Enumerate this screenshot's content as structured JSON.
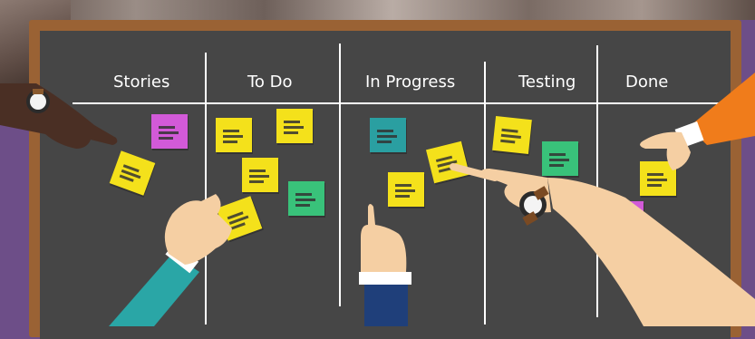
{
  "board": {
    "columns": [
      {
        "label": "Stories"
      },
      {
        "label": "To Do"
      },
      {
        "label": "In Progress"
      },
      {
        "label": "Testing"
      },
      {
        "label": "Done"
      }
    ]
  },
  "colors": {
    "board": "#464646",
    "frame": "#9a6234",
    "background": "#6d4e88",
    "note_yellow": "#f4e11b",
    "note_green": "#39c27a",
    "note_purple": "#d25ad8",
    "note_teal": "#2a9fa1"
  },
  "notes": [
    {
      "column": "Stories",
      "color": "purple"
    },
    {
      "column": "Stories",
      "color": "yellow"
    },
    {
      "column": "To Do",
      "color": "yellow"
    },
    {
      "column": "To Do",
      "color": "yellow"
    },
    {
      "column": "To Do",
      "color": "yellow"
    },
    {
      "column": "To Do",
      "color": "green"
    },
    {
      "column": "To Do",
      "color": "yellow"
    },
    {
      "column": "In Progress",
      "color": "teal"
    },
    {
      "column": "In Progress",
      "color": "yellow"
    },
    {
      "column": "In Progress",
      "color": "yellow"
    },
    {
      "column": "Testing",
      "color": "yellow"
    },
    {
      "column": "Testing",
      "color": "green"
    },
    {
      "column": "Done",
      "color": "yellow"
    },
    {
      "column": "Done",
      "color": "purple"
    }
  ]
}
